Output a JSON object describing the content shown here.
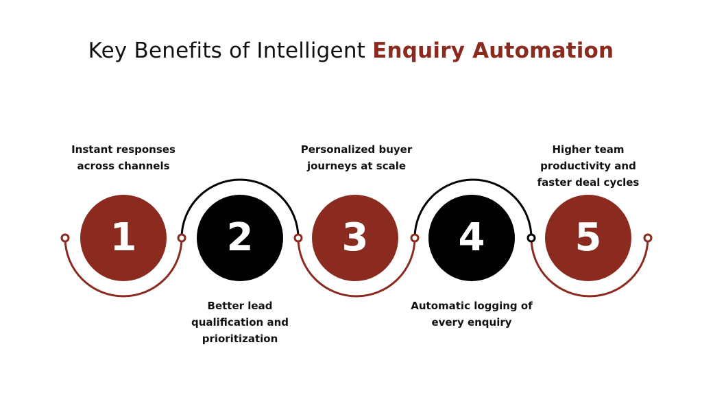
{
  "title": {
    "prefix": "Key Benefits of Intelligent ",
    "accent": "Enquiry Automation"
  },
  "colors": {
    "accent": "#8b2a1e",
    "dark": "#000000"
  },
  "steps": [
    {
      "number": "1",
      "label": "Instant responses across channels",
      "color": "#8b2a1e"
    },
    {
      "number": "2",
      "label": "Better lead qualification and prioritization",
      "color": "#000000"
    },
    {
      "number": "3",
      "label": "Personalized buyer journeys at scale",
      "color": "#8b2a1e"
    },
    {
      "number": "4",
      "label": "Automatic logging of every enquiry",
      "color": "#000000"
    },
    {
      "number": "5",
      "label": "Higher team productivity and faster deal cycles",
      "color": "#8b2a1e"
    }
  ]
}
